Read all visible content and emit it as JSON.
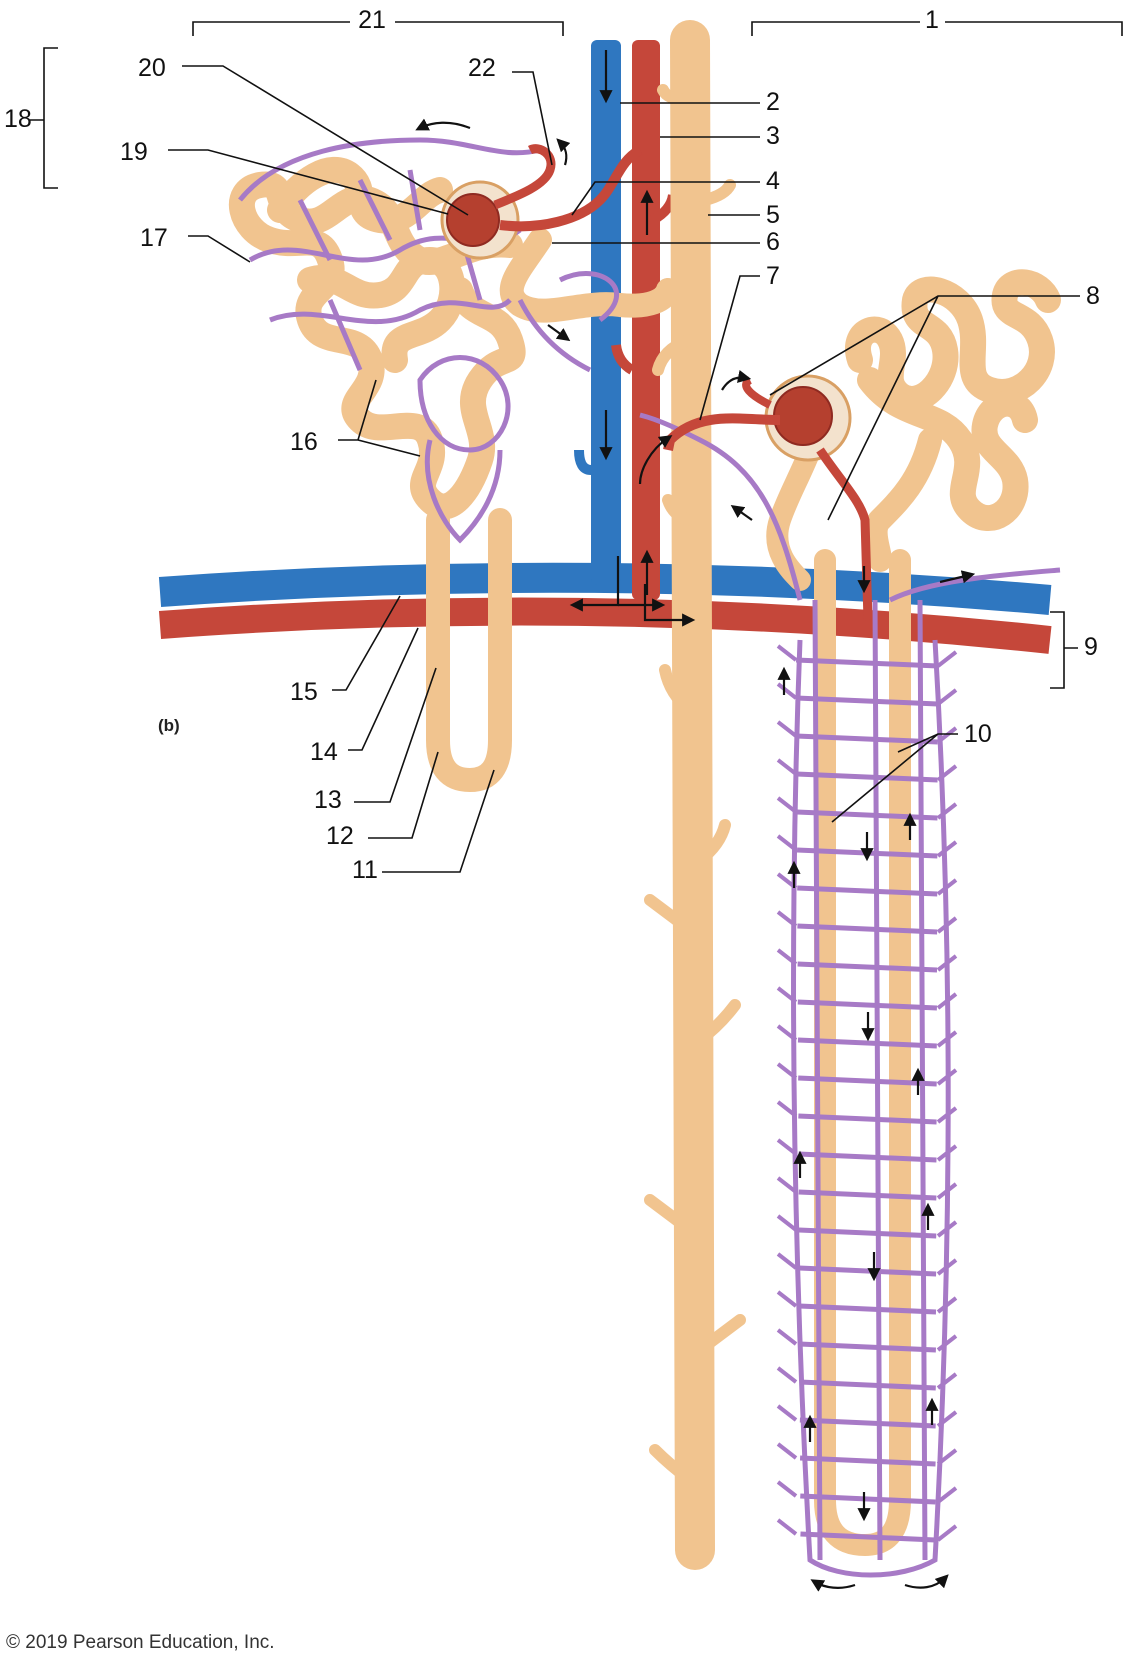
{
  "figure": {
    "panel_label": "(b)",
    "copyright": "© 2019 Pearson Education, Inc."
  },
  "labels": [
    "1",
    "2",
    "3",
    "4",
    "5",
    "6",
    "7",
    "8",
    "9",
    "10",
    "11",
    "12",
    "13",
    "14",
    "15",
    "16",
    "17",
    "18",
    "19",
    "20",
    "21",
    "22"
  ],
  "colors": {
    "tubule": "#f1c48f",
    "tubule_edge": "#d9a064",
    "artery": "#c5473a",
    "artery_edge": "#8f2a21",
    "vein": "#2f77c0",
    "vein_edge": "#1c5590",
    "capillary": "#a77ac6",
    "glomerulus": "#b5402f",
    "capsule": "#f3e2cd"
  }
}
